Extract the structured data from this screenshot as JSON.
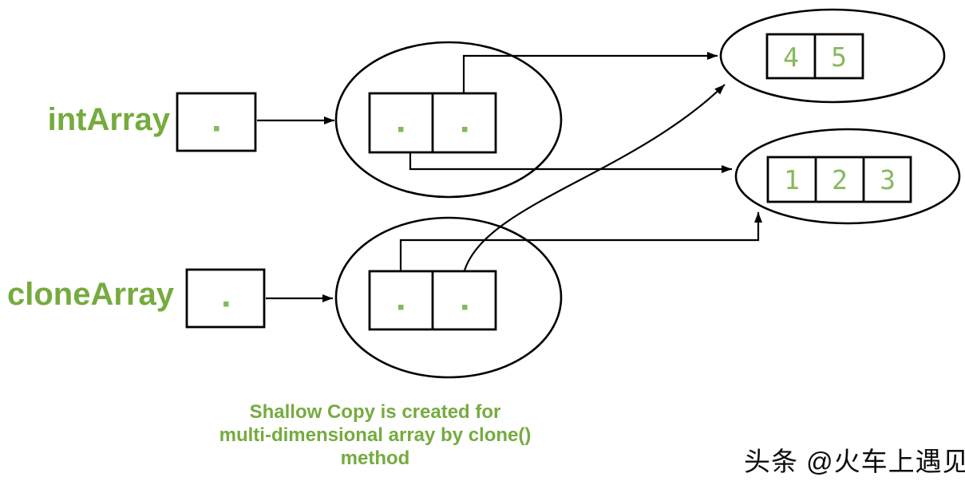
{
  "colors": {
    "accent": "#76ab3f",
    "value": "#85b95c",
    "line": "#000000",
    "bg": "#ffffff"
  },
  "labels": {
    "int_array": "intArray",
    "clone_array": "cloneArray"
  },
  "arrays": {
    "first_row": [
      "4",
      "5"
    ],
    "second_row": [
      "1",
      "2",
      "3"
    ]
  },
  "caption": {
    "line1": "Shallow Copy is created for",
    "line2": "multi-dimensional array by clone()",
    "line3": "method"
  },
  "watermark": "头条 @火车上遇见"
}
